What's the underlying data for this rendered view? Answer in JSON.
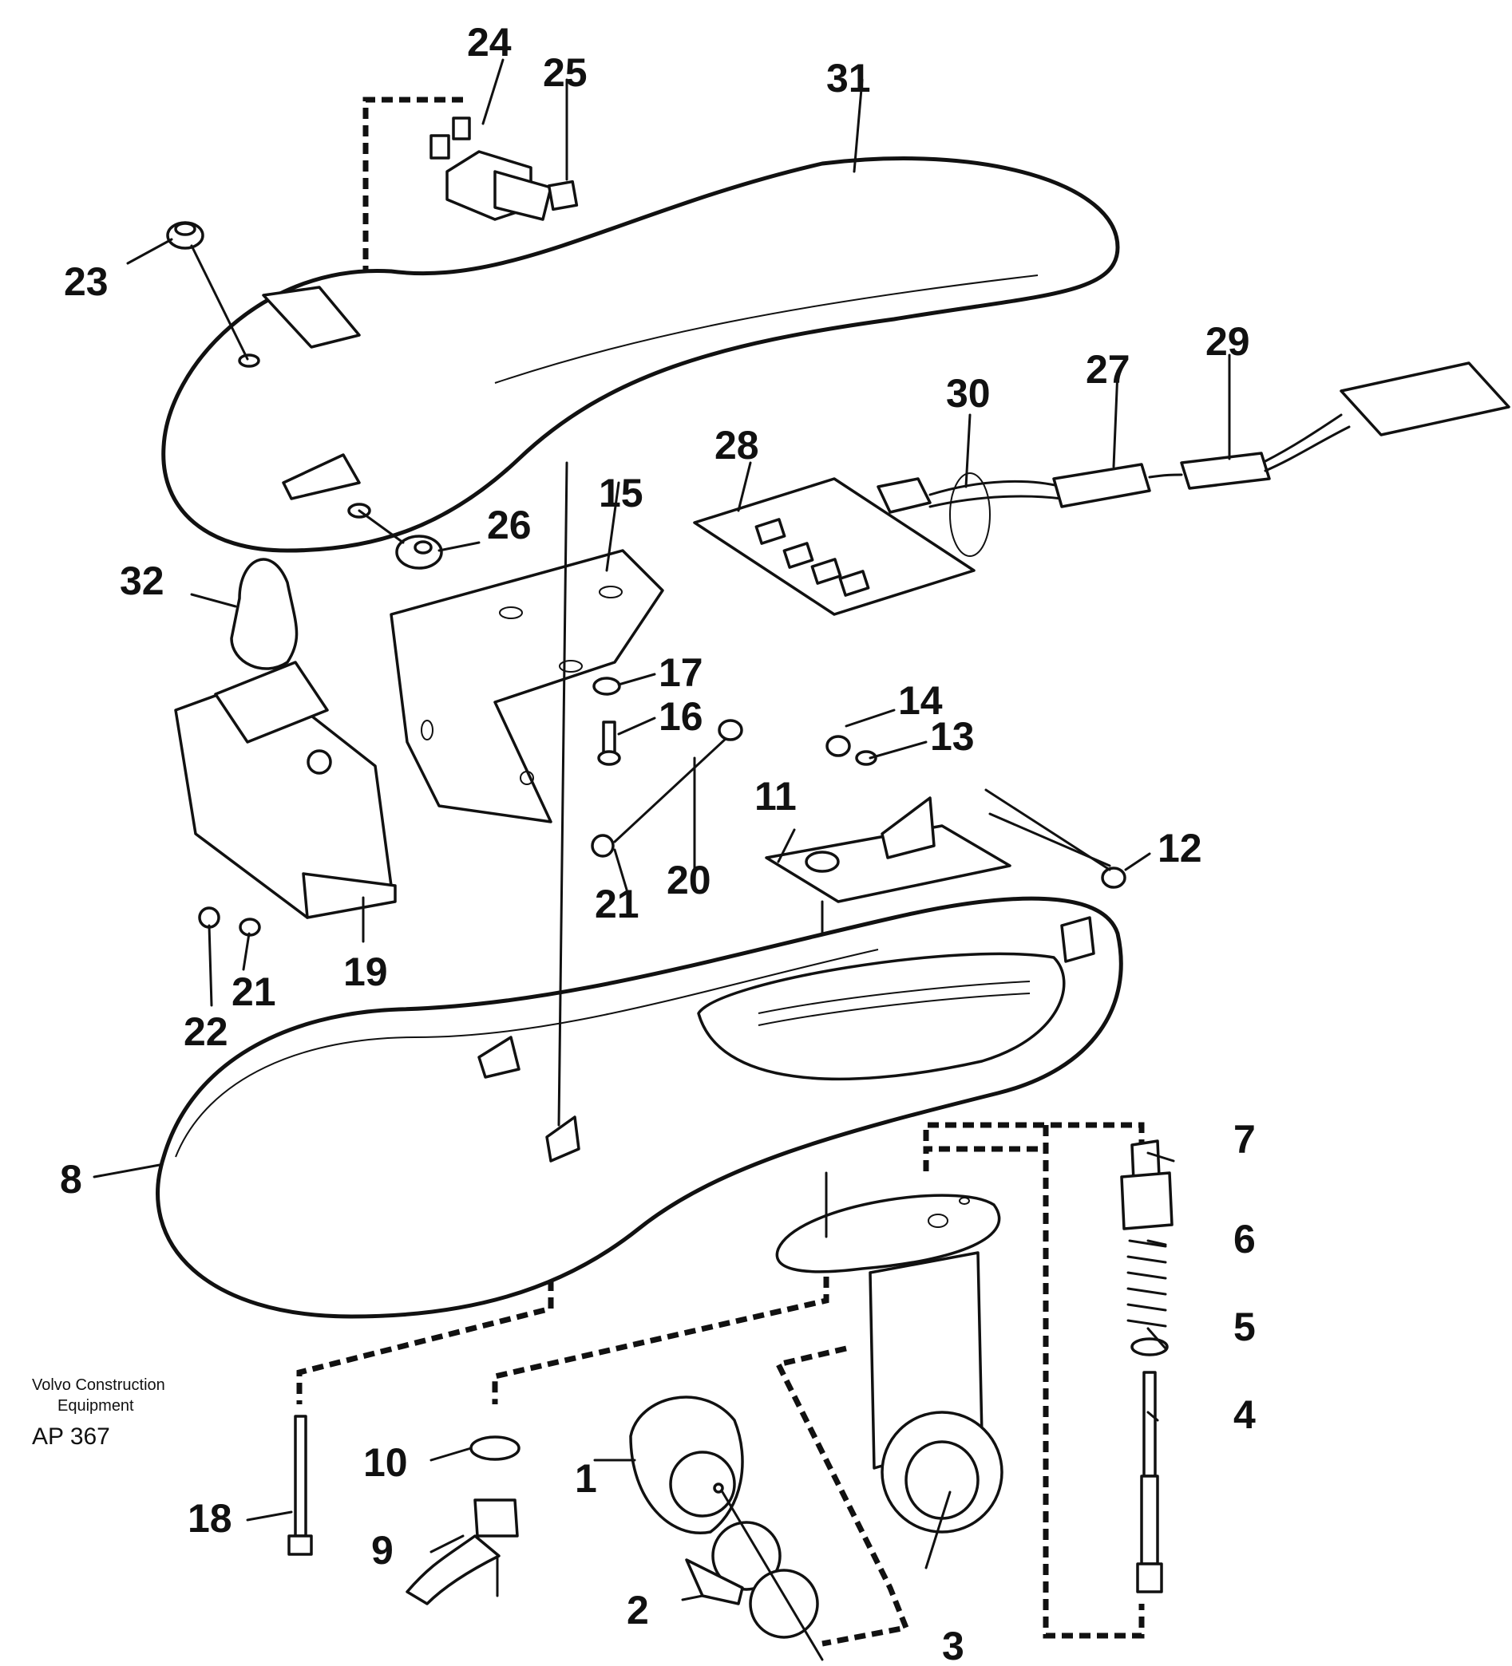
{
  "credit": {
    "line1": "Volvo Construction",
    "line2": "Equipment",
    "code": "AP 367"
  },
  "callouts": {
    "c1": "1",
    "c2": "2",
    "c3": "3",
    "c4": "4",
    "c5": "5",
    "c6": "6",
    "c7": "7",
    "c8": "8",
    "c9": "9",
    "c10": "10",
    "c11": "11",
    "c12": "12",
    "c13": "13",
    "c14": "14",
    "c15": "15",
    "c16": "16",
    "c17": "17",
    "c18": "18",
    "c19": "19",
    "c20": "20",
    "c21a": "21",
    "c21b": "21",
    "c22": "22",
    "c23": "23",
    "c24": "24",
    "c25": "25",
    "c26": "26",
    "c27": "27",
    "c28": "28",
    "c29": "29",
    "c30": "30",
    "c31": "31",
    "c32": "32"
  },
  "colors": {
    "ink": "#111111",
    "paper": "#ffffff"
  }
}
